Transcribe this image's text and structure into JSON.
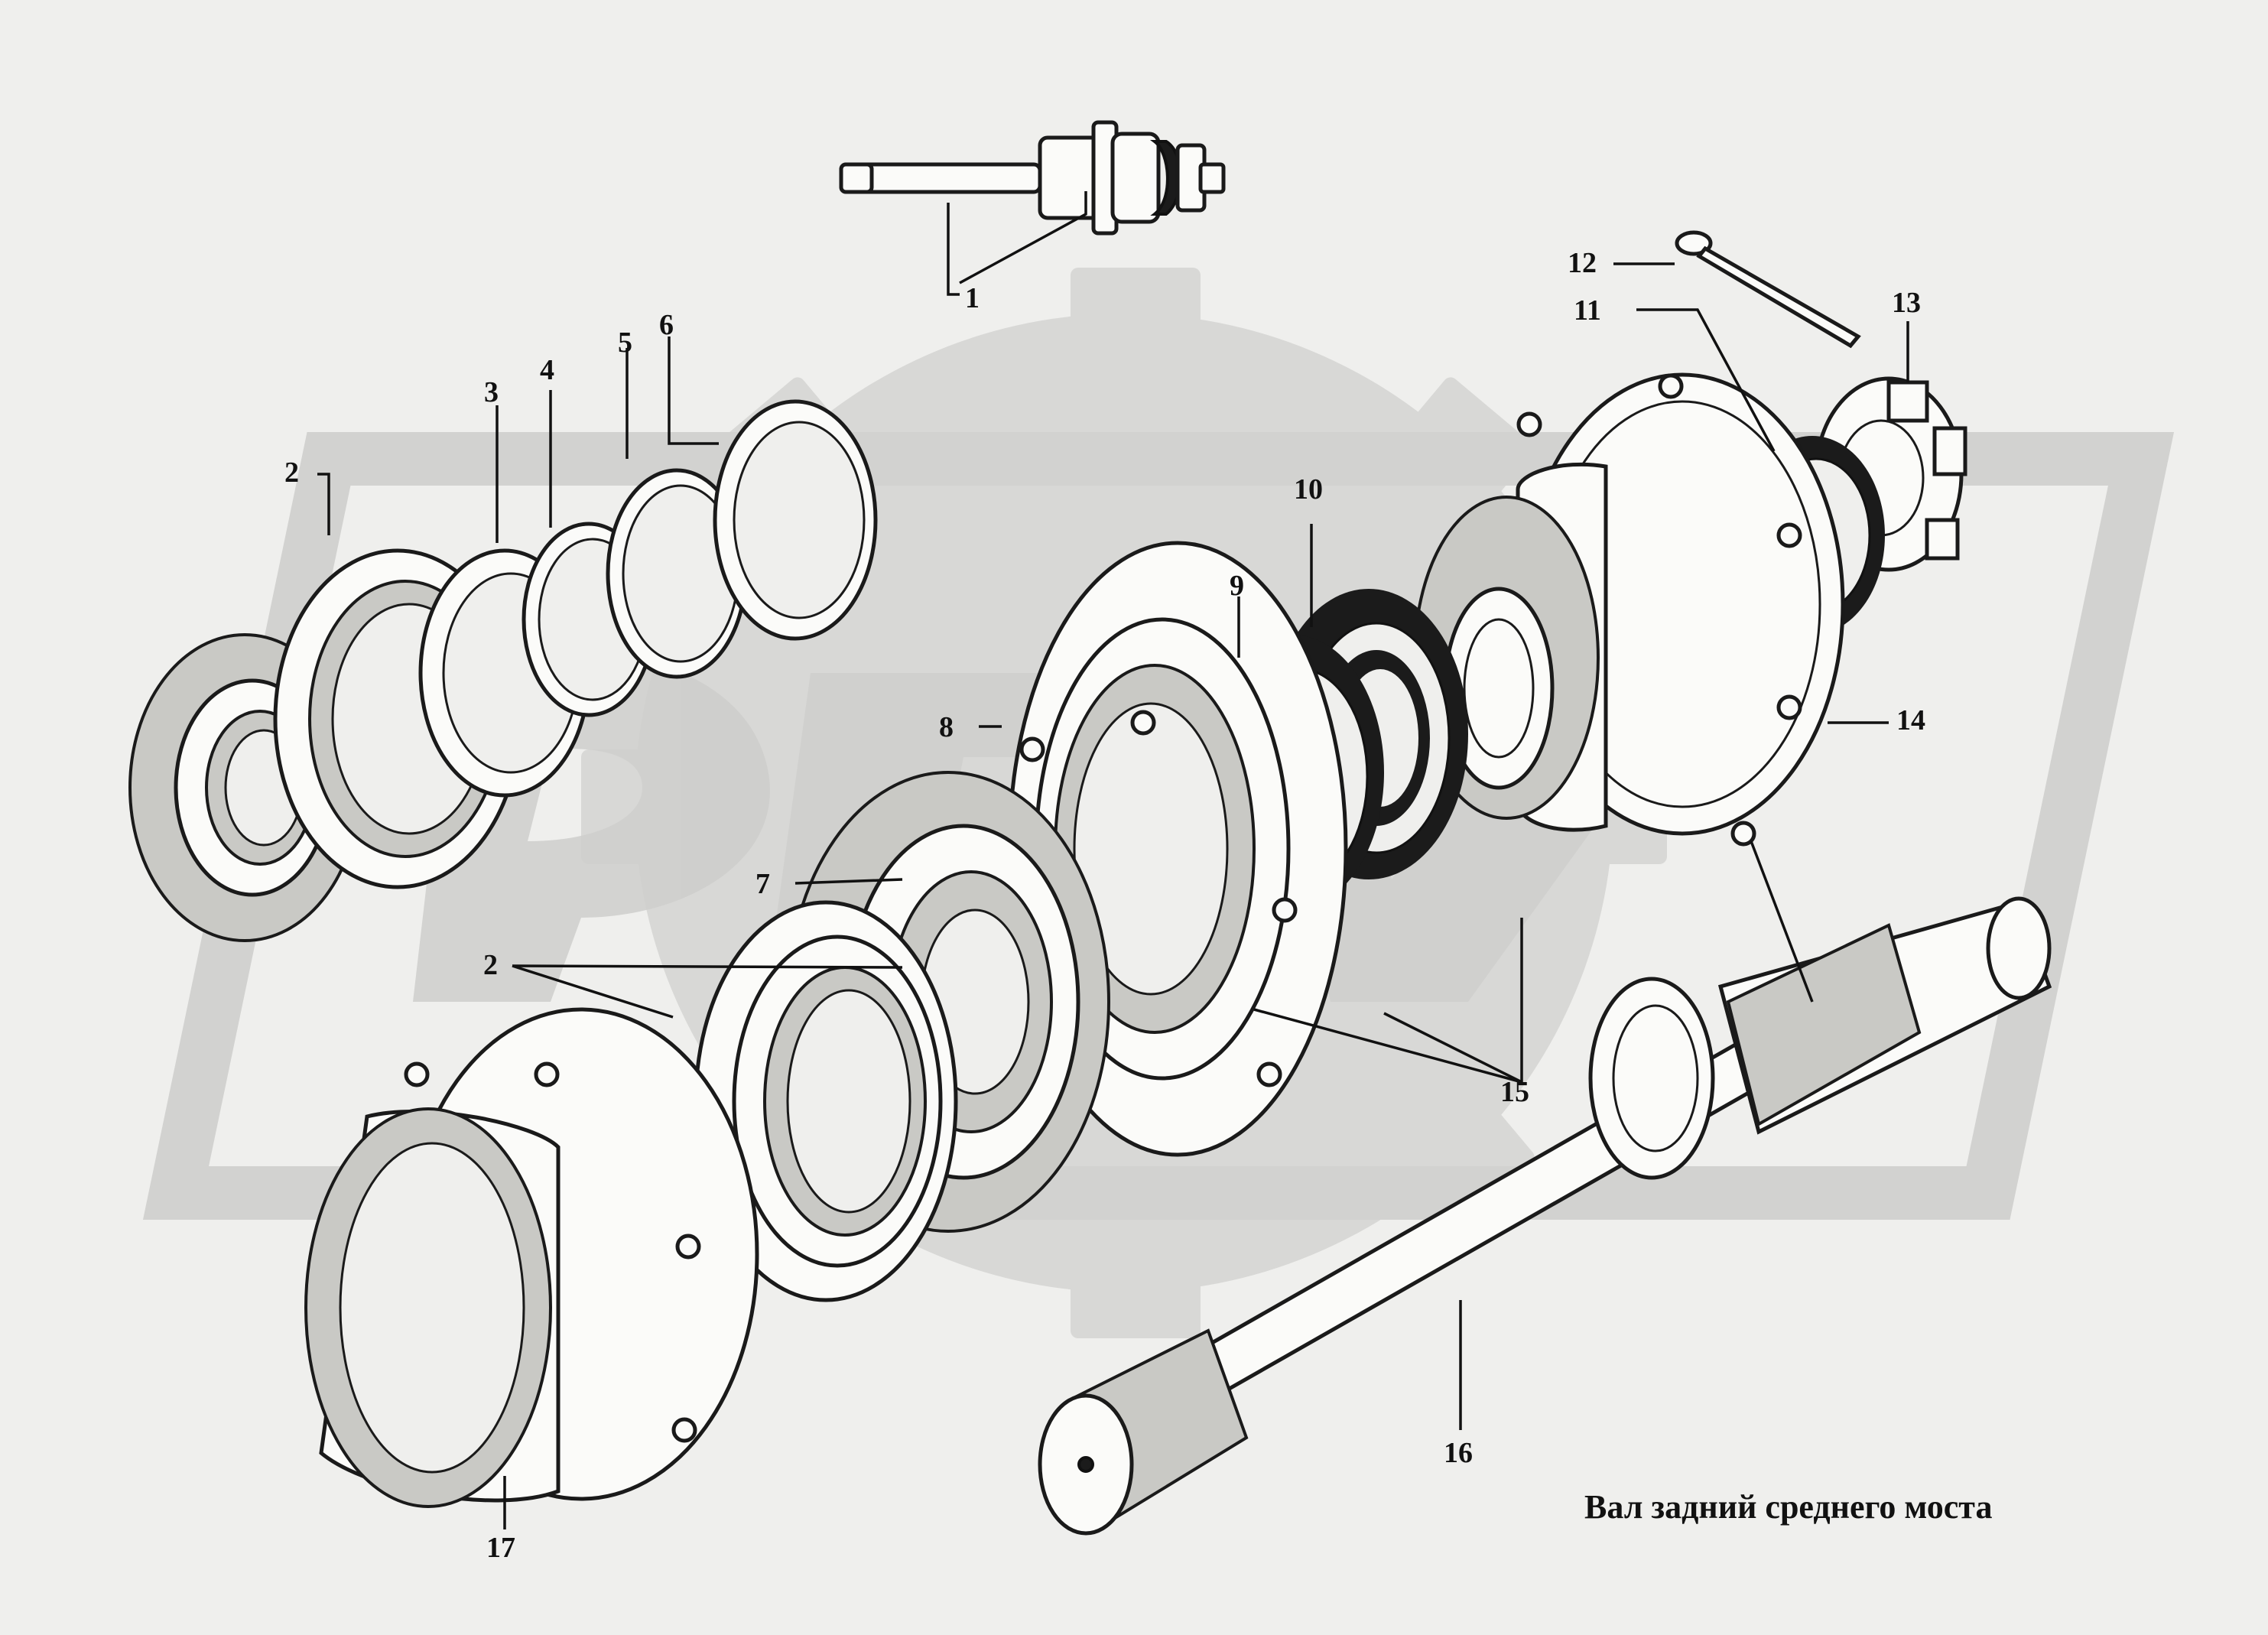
{
  "diagram": {
    "caption": "Вал задний среднего моста",
    "callouts": [
      {
        "id": "c1",
        "label": "1"
      },
      {
        "id": "c2a",
        "label": "2"
      },
      {
        "id": "c2b",
        "label": "2"
      },
      {
        "id": "c3",
        "label": "3"
      },
      {
        "id": "c4",
        "label": "4"
      },
      {
        "id": "c5",
        "label": "5"
      },
      {
        "id": "c6",
        "label": "6"
      },
      {
        "id": "c7",
        "label": "7"
      },
      {
        "id": "c8",
        "label": "8"
      },
      {
        "id": "c9",
        "label": "9"
      },
      {
        "id": "c10",
        "label": "10"
      },
      {
        "id": "c11",
        "label": "11"
      },
      {
        "id": "c12",
        "label": "12"
      },
      {
        "id": "c13",
        "label": "13"
      },
      {
        "id": "c14",
        "label": "14"
      },
      {
        "id": "c15",
        "label": "15"
      },
      {
        "id": "c16",
        "label": "16"
      },
      {
        "id": "c17",
        "label": "17"
      }
    ]
  }
}
